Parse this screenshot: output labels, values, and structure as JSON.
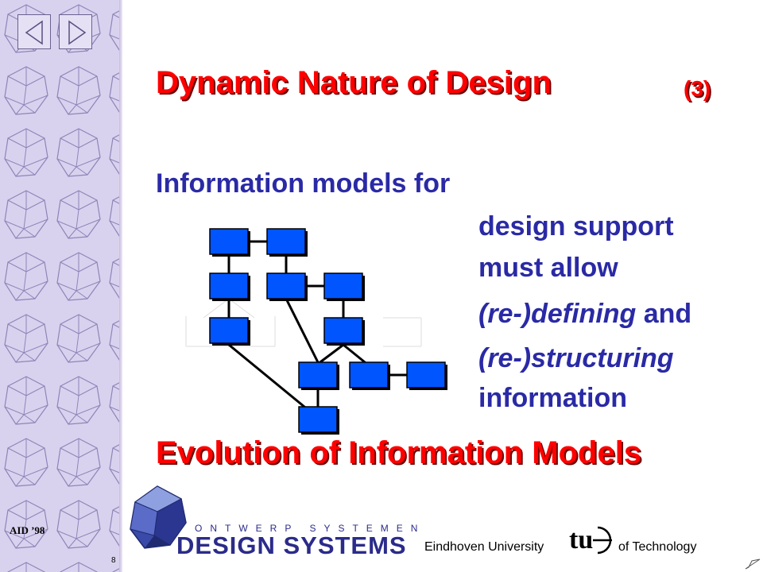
{
  "slide": {
    "title": "Dynamic Nature of Design",
    "title_number": "(3)",
    "body": {
      "line1": "Information models for",
      "line2": "design support",
      "line3": "must allow",
      "line4_italic": "(re-)defining",
      "line4_rest": " and",
      "line5_italic": "(re-)structuring",
      "line6": "information"
    },
    "subtitle": "Evolution of Information Models"
  },
  "footer": {
    "aid_label": "AID ’98",
    "slide_number": "8",
    "logo_top": "ONTWERP SYSTEMEN",
    "logo_main": "DESIGN SYSTEMS",
    "university_left": "Eindhoven University",
    "university_right": "of Technology",
    "tue_mark": "tu"
  },
  "navigation": {
    "prev_icon": "triangle-left-icon",
    "next_icon": "triangle-right-icon"
  },
  "colors": {
    "title_red": "#ff0000",
    "body_blue": "#2a2aa6",
    "box_blue": "#0055ff",
    "sidebar_lavender": "#d9d2ee"
  }
}
